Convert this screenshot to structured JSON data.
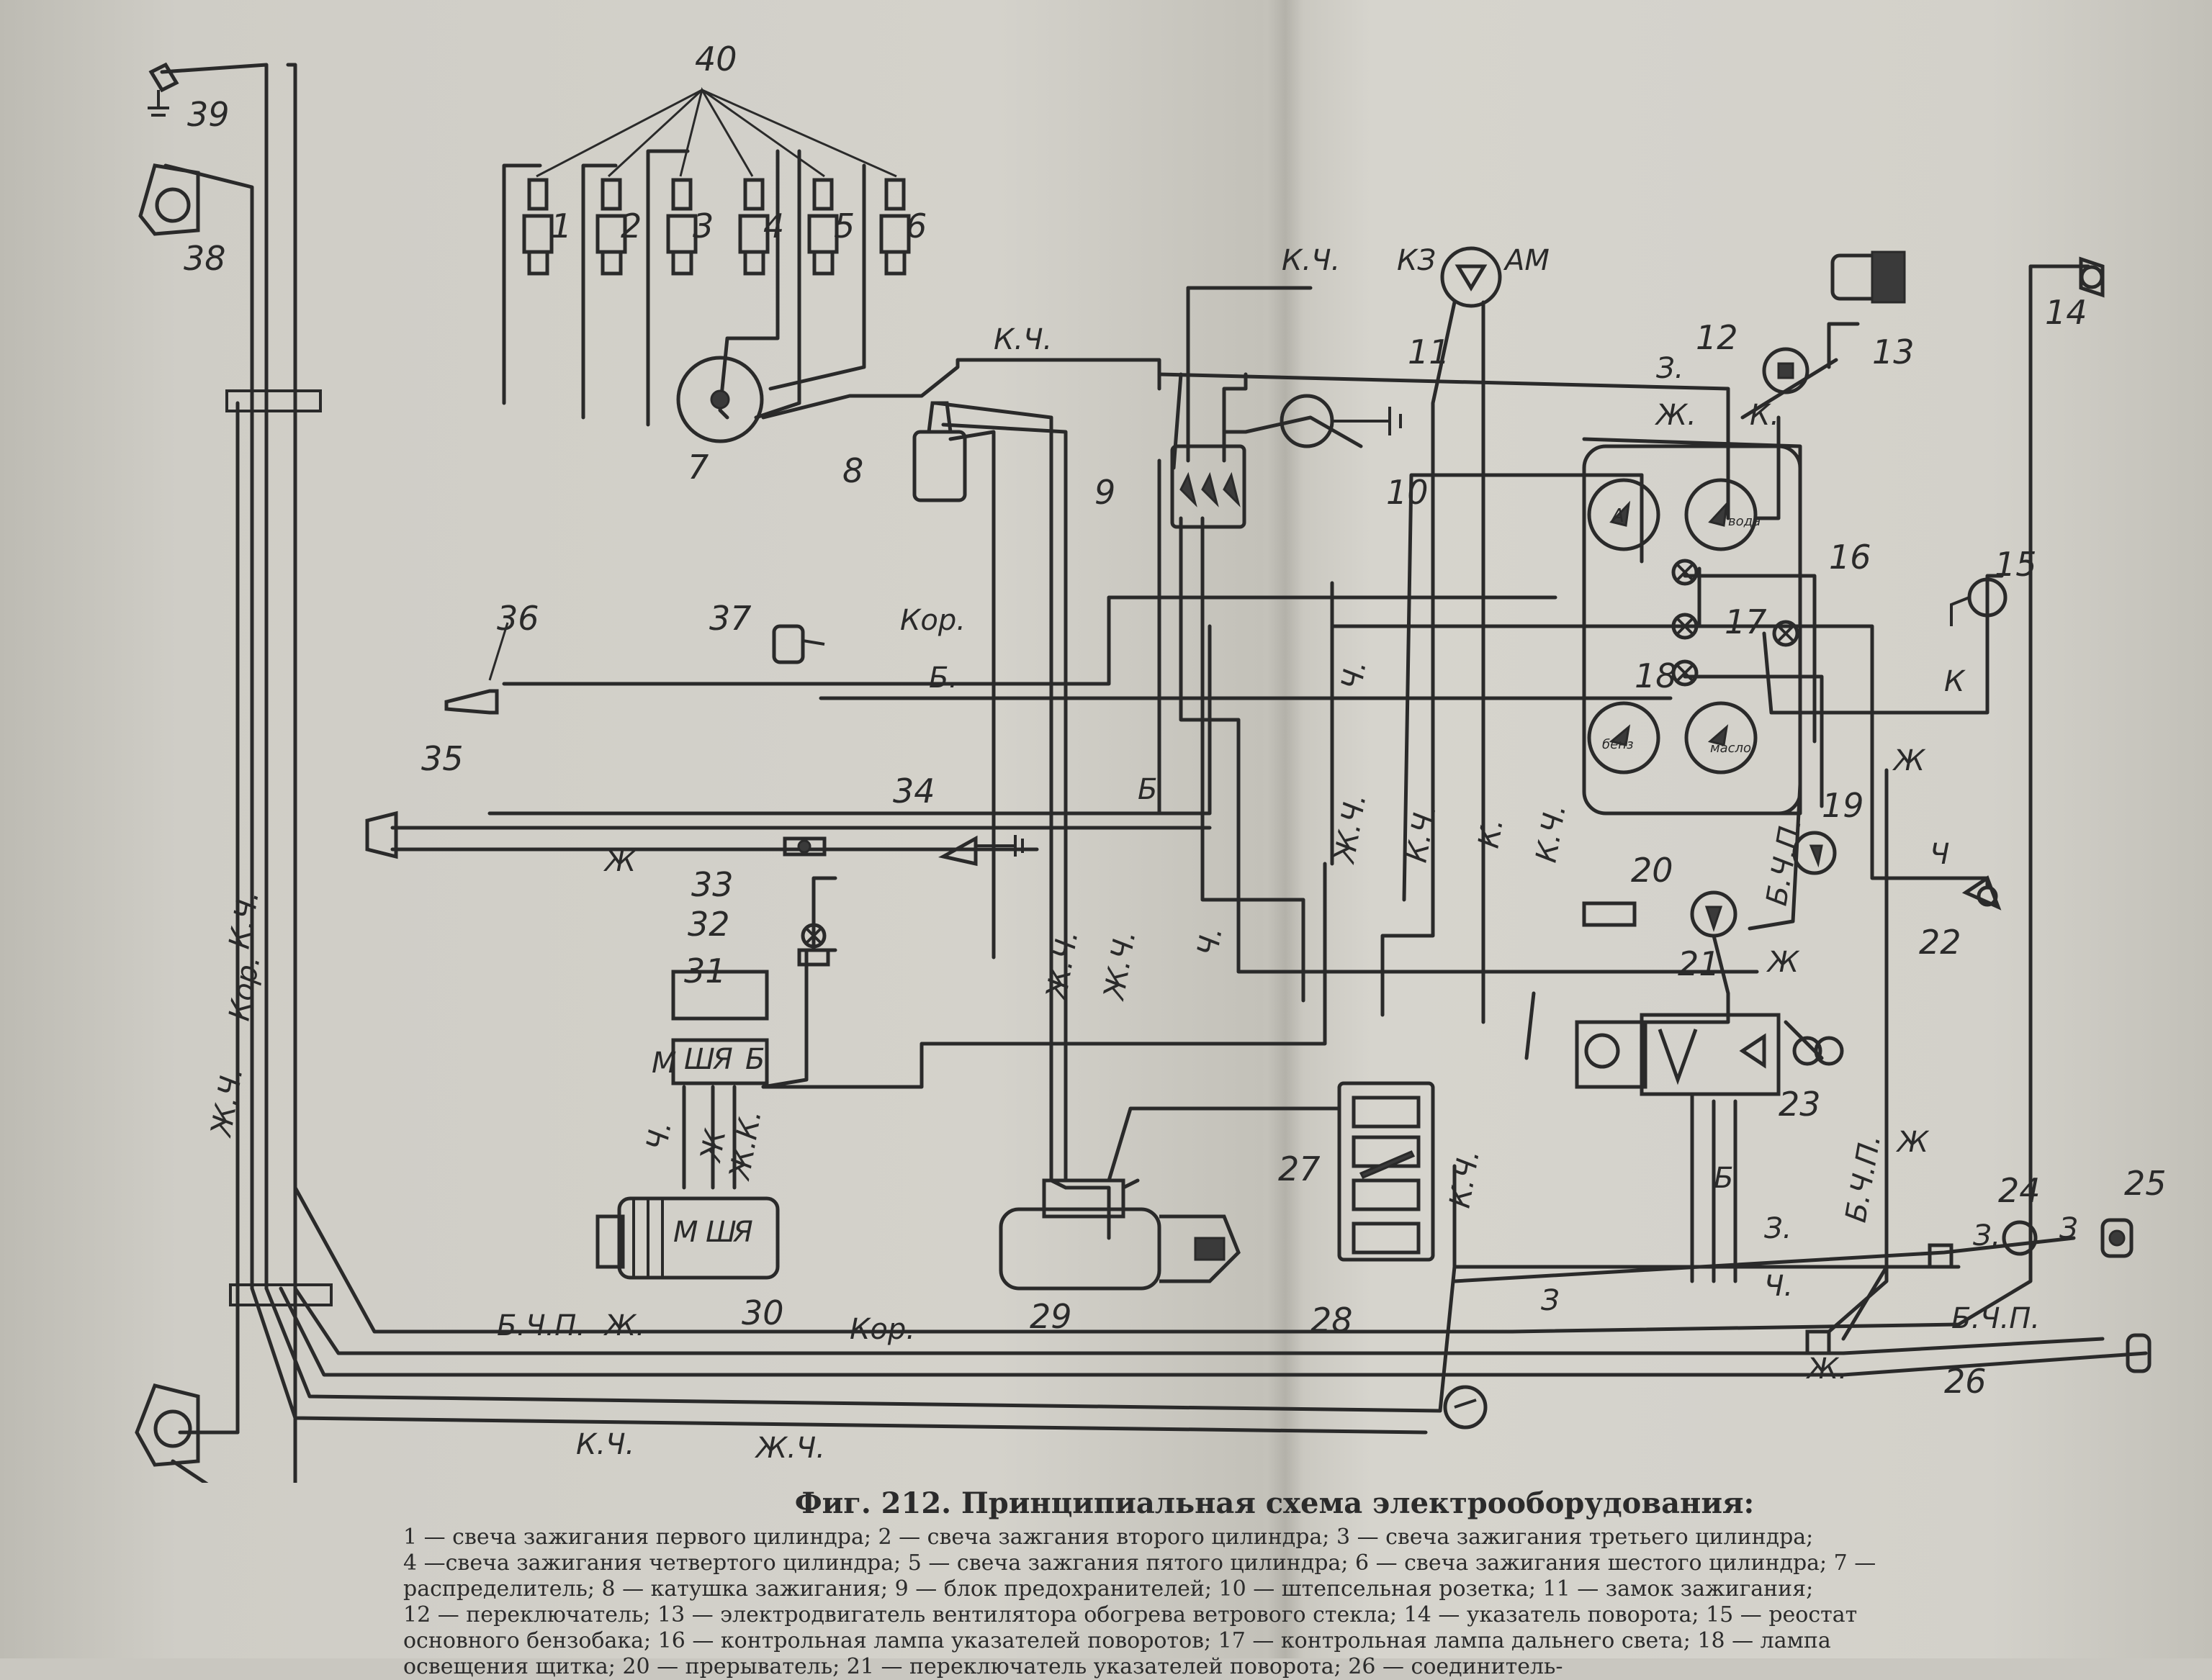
{
  "caption": {
    "title": "Фиг. 212. Принципиальная схема электрооборудования:",
    "lines": [
      "1 — свеча зажигания первого цилиндра; 2 — свеча зажгания второго цилиндра; 3 — свеча зажигания третьего цилиндра;",
      "4 —свеча зажигания четвертого цилиндра; 5 — свеча зажгания пятого цилиндра; 6 — свеча зажигания шестого цилиндра; 7 —",
      "распределитель; 8 — катушка зажигания; 9 — блок предохранителей; 10 — штепсельная розетка; 11 — замок зажигания;",
      "12 — переключатель; 13 — электродвигатель вентилятора обогрева ветрового стекла; 14 — указатель поворота; 15 — реостат",
      "основного бензобака; 16 — контрольная лампа указателей поворотов; 17 — контрольная лампа дальнего света; 18 — лампа",
      "освещения щитка; 20 — прерыватель; 21 — переключатель указателей поворота; 26 — соединитель-"
    ]
  },
  "component_numbers": [
    "1",
    "2",
    "3",
    "4",
    "5",
    "6",
    "7",
    "8",
    "9",
    "10",
    "11",
    "12",
    "13",
    "14",
    "15",
    "16",
    "17",
    "18",
    "19",
    "20",
    "21",
    "22",
    "23",
    "24",
    "25",
    "26",
    "27",
    "28",
    "29",
    "30",
    "31",
    "32",
    "33",
    "34",
    "35",
    "36",
    "37",
    "38",
    "39",
    "40"
  ],
  "wire_labels": {
    "kch": "К.Ч.",
    "zhch": "Ж.Ч.",
    "kor": "Кор.",
    "b": "Б.",
    "b_plain": "Б",
    "zh": "Ж.",
    "zh_plain": "Ж",
    "ch": "Ч.",
    "ch_plain": "Ч",
    "k": "К.",
    "k_plain": "К",
    "z": "З.",
    "z_plain": "З",
    "bchp": "Б.Ч.П.",
    "zhk": "Ж.К."
  },
  "terminal_labels": {
    "kz": "КЗ",
    "am": "АМ",
    "m": "М",
    "sh": "Ш",
    "ya": "Я",
    "b": "Б"
  },
  "gauge_labels": {
    "ammeter": "А",
    "water": "вода",
    "fuel": "бенз",
    "oil": "масло"
  }
}
